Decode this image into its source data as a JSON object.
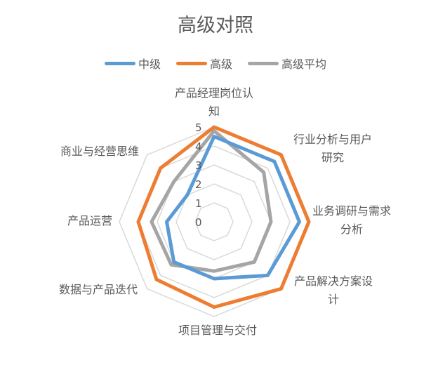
{
  "title": "高级对照",
  "legend": [
    {
      "label": "中级",
      "color": "#5B9BD5"
    },
    {
      "label": "高级",
      "color": "#ED7D31"
    },
    {
      "label": "高级平均",
      "color": "#A5A5A5"
    }
  ],
  "chart_data": {
    "type": "radar",
    "title": "高级对照",
    "categories": [
      "产品经理岗位认知",
      "行业分析与用户研究",
      "业务调研与需求分析",
      "产品解决方案设计",
      "项目管理与交付",
      "数据与产品迭代",
      "产品运营",
      "商业与经营思维"
    ],
    "series": [
      {
        "name": "中级",
        "color": "#5B9BD5",
        "values": [
          4.5,
          4.5,
          4.5,
          4,
          3,
          3,
          2.5,
          2
        ]
      },
      {
        "name": "高级",
        "color": "#ED7D31",
        "values": [
          5,
          5,
          5,
          5,
          4.5,
          4.3,
          4,
          4
        ]
      },
      {
        "name": "高级平均",
        "color": "#A5A5A5",
        "values": [
          4.8,
          3.7,
          3,
          3,
          2.6,
          3.2,
          3.3,
          3
        ]
      }
    ],
    "ticks": [
      "0",
      "1",
      "2",
      "3",
      "4",
      "5"
    ],
    "rlim": [
      0,
      5
    ],
    "legend_position": "top"
  },
  "axis_labels": [
    [
      "产品经理岗位认",
      "知"
    ],
    [
      "行业分析与用户",
      "研究"
    ],
    [
      "业务调研与需求",
      "分析"
    ],
    [
      "产品解决方案设",
      "计"
    ],
    [
      "项目管理与交付"
    ],
    [
      "数据与产品迭代"
    ],
    [
      "产品运营"
    ],
    [
      "商业与经营思维"
    ]
  ]
}
